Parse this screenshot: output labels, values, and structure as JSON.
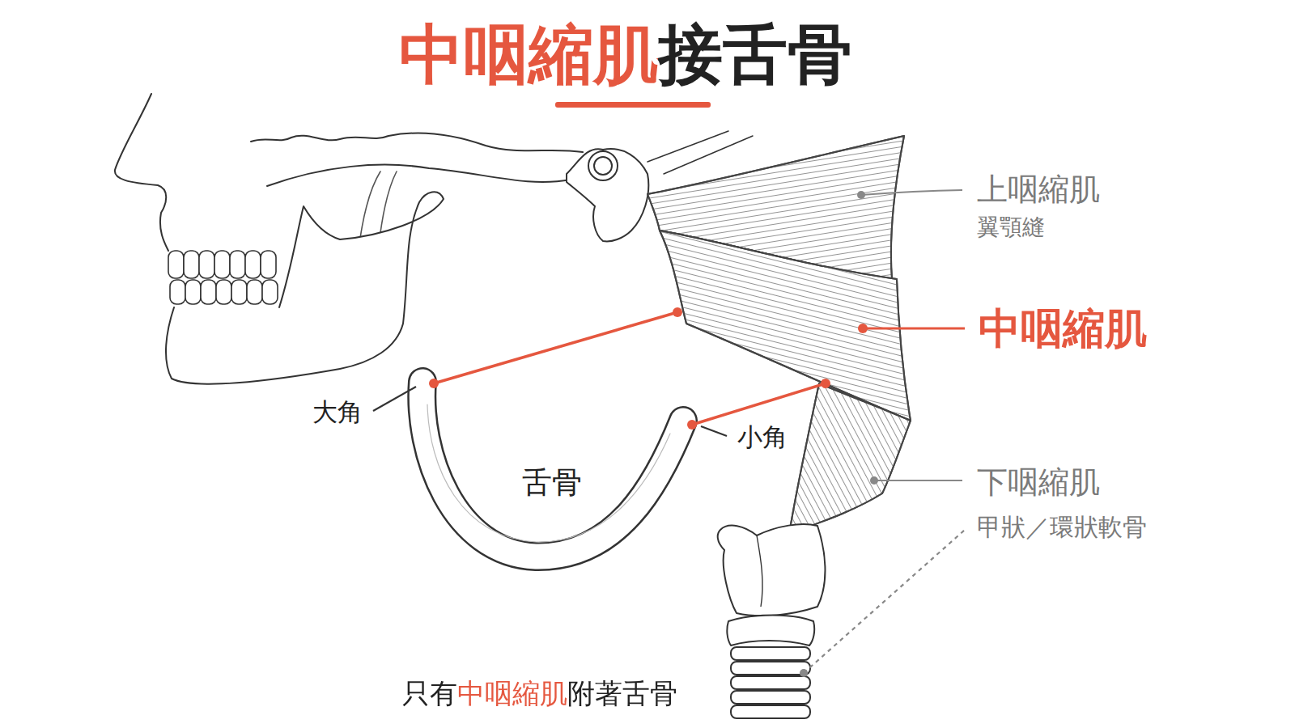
{
  "diagram": {
    "title": "中咽縮肌接舌骨",
    "caption": "只有中咽縮肌附著舌骨",
    "labels": [
      "上咽縮肌",
      "翼顎縫",
      "中咽縮肌",
      "大角",
      "小角",
      "舌骨",
      "下咽縮肌",
      "甲狀／環狀軟骨"
    ]
  }
}
